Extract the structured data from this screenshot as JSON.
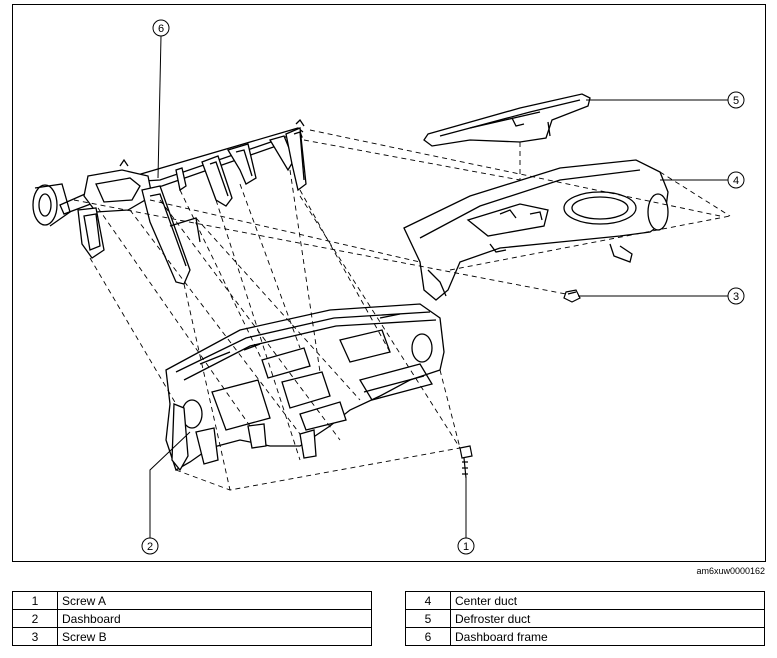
{
  "callouts": [
    "1",
    "2",
    "3",
    "4",
    "5",
    "6"
  ],
  "figure_id": "am6xuw0000162",
  "legend": {
    "left": [
      {
        "num": "1",
        "label": "Screw A"
      },
      {
        "num": "2",
        "label": "Dashboard"
      },
      {
        "num": "3",
        "label": "Screw B"
      }
    ],
    "right": [
      {
        "num": "4",
        "label": "Center duct"
      },
      {
        "num": "5",
        "label": "Defroster duct"
      },
      {
        "num": "6",
        "label": "Dashboard frame"
      }
    ]
  }
}
